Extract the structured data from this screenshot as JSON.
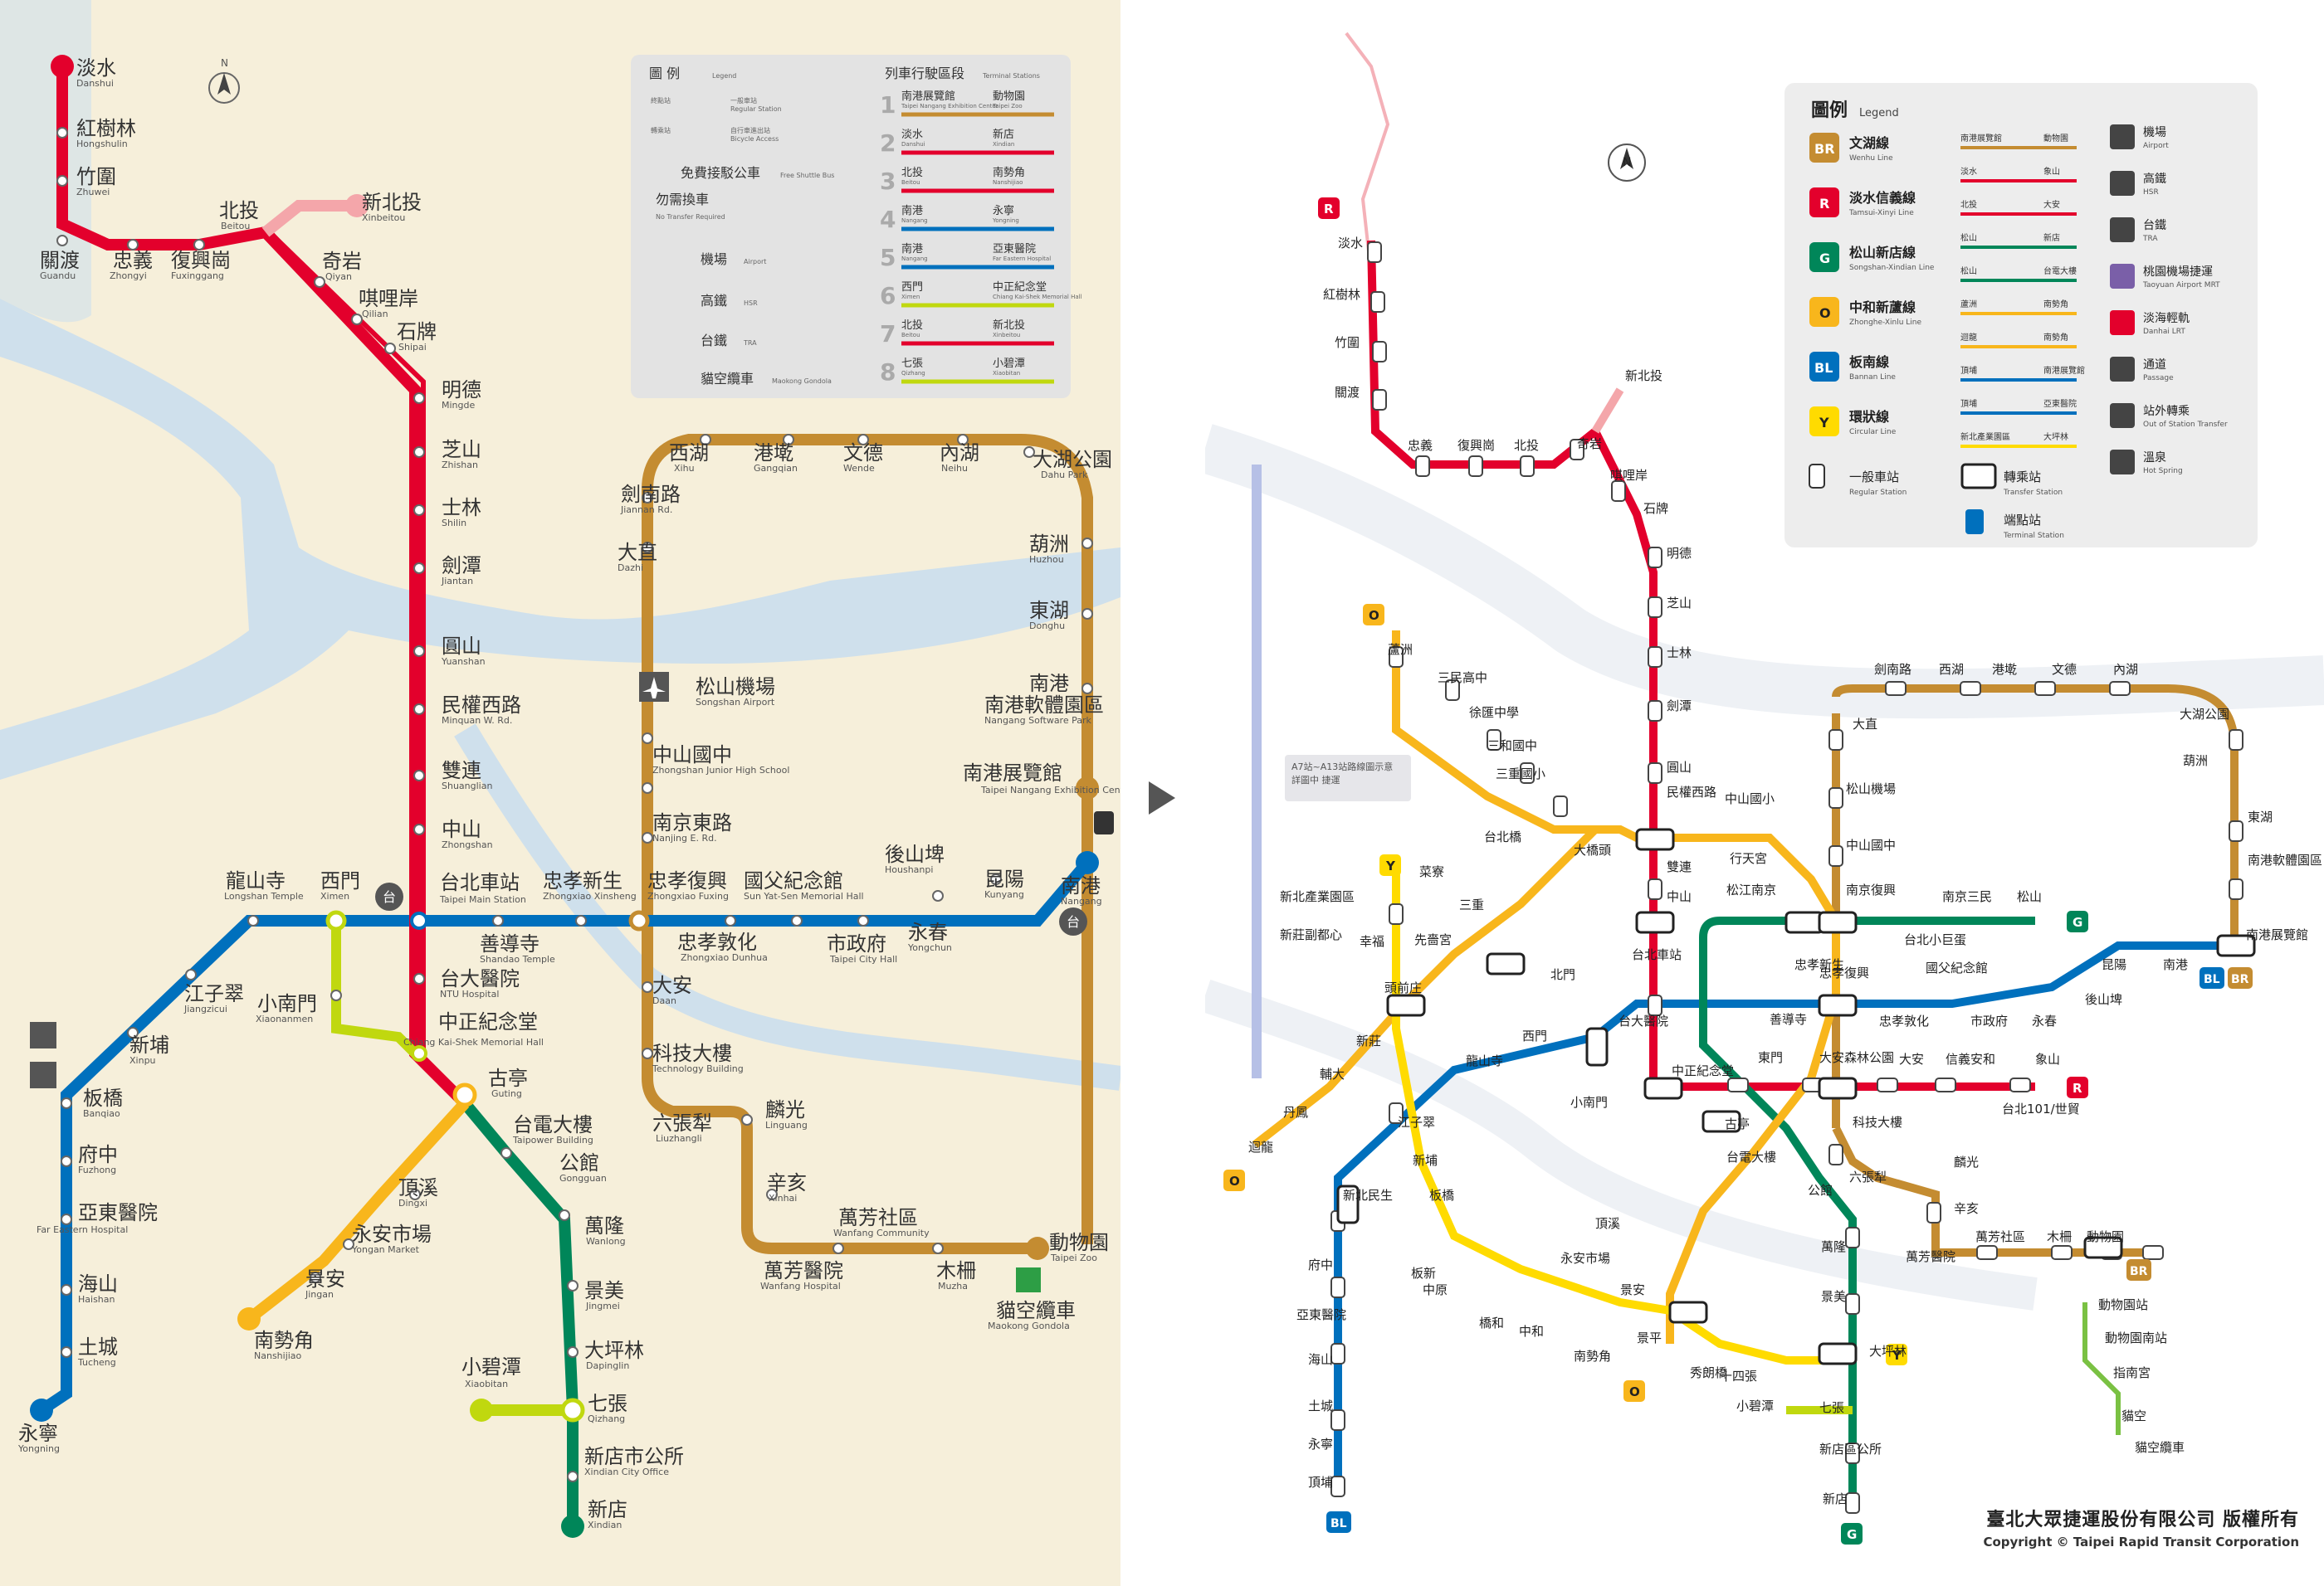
{
  "left_map": {
    "legend": {
      "title_zh": "圖 例",
      "title_en": "Legend",
      "items": [
        {
          "zh": "終點站",
          "sub_zh": "一般車站",
          "sub_en": "Regular Station"
        },
        {
          "zh": "轉乘站",
          "sub_zh": "自行車進出站",
          "sub_en": "Bicycle Access"
        },
        {
          "zh": "免費接駁公車",
          "en": "Free Shuttle Bus"
        },
        {
          "zh": "勿需換車",
          "en": "No Transfer Required"
        }
      ],
      "poi": [
        {
          "zh": "機場",
          "en": "Airport"
        },
        {
          "zh": "高鐵",
          "en": "HSR"
        },
        {
          "zh": "台鐵",
          "en": "TRA"
        },
        {
          "zh": "貓空纜車",
          "en": "Maokong Gondola"
        }
      ],
      "terminal_title_zh": "列車行駛區段",
      "terminal_title_en": "Terminal Stations",
      "sections": [
        {
          "num": "1",
          "a_zh": "南港展覽館",
          "a_en": "Taipei Nangang Exhibition Center",
          "b_zh": "動物園",
          "b_en": "Taipei Zoo",
          "color": "#c48c31"
        },
        {
          "num": "2",
          "a_zh": "淡水",
          "a_en": "Danshui",
          "b_zh": "新店",
          "b_en": "Xindian",
          "color": "#e3002c"
        },
        {
          "num": "3",
          "a_zh": "北投",
          "a_en": "Beitou",
          "b_zh": "南勢角",
          "b_en": "Nanshijiao",
          "color": "#e3002c"
        },
        {
          "num": "4",
          "a_zh": "南港",
          "a_en": "Nangang",
          "b_zh": "永寧",
          "b_en": "Yongning",
          "color": "#0070bd"
        },
        {
          "num": "5",
          "a_zh": "南港",
          "a_en": "Nangang",
          "b_zh": "亞東醫院",
          "b_en": "Far Eastern Hospital",
          "color": "#0070bd"
        },
        {
          "num": "6",
          "a_zh": "西門",
          "a_en": "Ximen",
          "b_zh": "中正紀念堂",
          "b_en": "Chiang Kai-Shek Memorial Hall",
          "color": "#c0d80f"
        },
        {
          "num": "7",
          "a_zh": "北投",
          "a_en": "Beitou",
          "b_zh": "新北投",
          "b_en": "Xinbeitou",
          "color": "#e3002c"
        },
        {
          "num": "8",
          "a_zh": "七張",
          "a_en": "Qizhang",
          "b_zh": "小碧潭",
          "b_en": "Xiaobitan",
          "color": "#c0d80f"
        }
      ]
    },
    "stations": {
      "danshui": {
        "zh": "淡水",
        "en": "Danshui"
      },
      "hongshulin": {
        "zh": "紅樹林",
        "en": "Hongshulin"
      },
      "zhuwei": {
        "zh": "竹圍",
        "en": "Zhuwei"
      },
      "guandu": {
        "zh": "關渡",
        "en": "Guandu"
      },
      "zhongyi": {
        "zh": "忠義",
        "en": "Zhongyi"
      },
      "fuxinggang": {
        "zh": "復興崗",
        "en": "Fuxinggang"
      },
      "beitou": {
        "zh": "北投",
        "en": "Beitou"
      },
      "xinbeitou": {
        "zh": "新北投",
        "en": "Xinbeitou"
      },
      "qiyan": {
        "zh": "奇岩",
        "en": "Qiyan"
      },
      "qilian": {
        "zh": "唭哩岸",
        "en": "Qilian"
      },
      "shipai": {
        "zh": "石牌",
        "en": "Shipai"
      },
      "mingde": {
        "zh": "明德",
        "en": "Mingde"
      },
      "zhishan": {
        "zh": "芝山",
        "en": "Zhishan"
      },
      "shilin": {
        "zh": "士林",
        "en": "Shilin"
      },
      "jiantan": {
        "zh": "劍潭",
        "en": "Jiantan"
      },
      "yuanshan": {
        "zh": "圓山",
        "en": "Yuanshan"
      },
      "minquan": {
        "zh": "民權西路",
        "en": "Minquan W. Rd."
      },
      "shuanglian": {
        "zh": "雙連",
        "en": "Shuanglian"
      },
      "zhongshan": {
        "zh": "中山",
        "en": "Zhongshan"
      },
      "taipei_main": {
        "zh": "台北車站",
        "en": "Taipei Main Station"
      },
      "ntu": {
        "zh": "台大醫院",
        "en": "NTU Hospital"
      },
      "cks": {
        "zh": "中正紀念堂",
        "en": "Chiang Kai-Shek Memorial Hall"
      },
      "guting": {
        "zh": "古亭",
        "en": "Guting"
      },
      "taipower": {
        "zh": "台電大樓",
        "en": "Taipower Building"
      },
      "gongguan": {
        "zh": "公館",
        "en": "Gongguan"
      },
      "wanlong": {
        "zh": "萬隆",
        "en": "Wanlong"
      },
      "jingmei": {
        "zh": "景美",
        "en": "Jingmei"
      },
      "dapinglin": {
        "zh": "大坪林",
        "en": "Dapinglin"
      },
      "qizhang": {
        "zh": "七張",
        "en": "Qizhang"
      },
      "xiaobitan": {
        "zh": "小碧潭",
        "en": "Xiaobitan"
      },
      "xindian_office": {
        "zh": "新店市公所",
        "en": "Xindian City Office"
      },
      "xindian": {
        "zh": "新店",
        "en": "Xindian"
      },
      "dingxi": {
        "zh": "頂溪",
        "en": "Dingxi"
      },
      "yongan": {
        "zh": "永安市場",
        "en": "Yongan Market"
      },
      "jingan": {
        "zh": "景安",
        "en": "Jingan"
      },
      "nanshijiao": {
        "zh": "南勢角",
        "en": "Nanshijiao"
      },
      "xiaonanmen": {
        "zh": "小南門",
        "en": "Xiaonanmen"
      },
      "ximen": {
        "zh": "西門",
        "en": "Ximen"
      },
      "longshan": {
        "zh": "龍山寺",
        "en": "Longshan Temple"
      },
      "jiangzicui": {
        "zh": "江子翠",
        "en": "Jiangzicui"
      },
      "xinpu": {
        "zh": "新埔",
        "en": "Xinpu"
      },
      "banqiao": {
        "zh": "板橋",
        "en": "Banqiao"
      },
      "fuzhong": {
        "zh": "府中",
        "en": "Fuzhong"
      },
      "fareastern": {
        "zh": "亞東醫院",
        "en": "Far Eastern Hospital"
      },
      "haishan": {
        "zh": "海山",
        "en": "Haishan"
      },
      "tucheng": {
        "zh": "土城",
        "en": "Tucheng"
      },
      "yongning": {
        "zh": "永寧",
        "en": "Yongning"
      },
      "shandao": {
        "zh": "善導寺",
        "en": "Shandao Temple"
      },
      "zhongxiao_xinsheng": {
        "zh": "忠孝新生",
        "en": "Zhongxiao Xinsheng"
      },
      "zhongxiao_fuxing": {
        "zh": "忠孝復興",
        "en": "Zhongxiao Fuxing"
      },
      "zhongxiao_dunhua": {
        "zh": "忠孝敦化",
        "en": "Zhongxiao Dunhua"
      },
      "sys": {
        "zh": "國父紀念館",
        "en": "Sun Yat-Sen Memorial Hall"
      },
      "city_hall": {
        "zh": "市政府",
        "en": "Taipei City Hall"
      },
      "yongchun": {
        "zh": "永春",
        "en": "Yongchun"
      },
      "houshanpi": {
        "zh": "後山埤",
        "en": "Houshanpi"
      },
      "kunyang": {
        "zh": "昆陽",
        "en": "Kunyang"
      },
      "nangang": {
        "zh": "南港",
        "en": "Nangang"
      },
      "xihu": {
        "zh": "西湖",
        "en": "Xihu"
      },
      "gangqian": {
        "zh": "港墘",
        "en": "Gangqian"
      },
      "wende": {
        "zh": "文德",
        "en": "Wende"
      },
      "neihu": {
        "zh": "內湖",
        "en": "Neihu"
      },
      "dahu": {
        "zh": "大湖公園",
        "en": "Dahu Park"
      },
      "jiannan": {
        "zh": "劍南路",
        "en": "Jiannan Rd."
      },
      "dazhi": {
        "zh": "大直",
        "en": "Dazhi"
      },
      "huzhou": {
        "zh": "葫洲",
        "en": "Huzhou"
      },
      "donghu": {
        "zh": "東湖",
        "en": "Donghu"
      },
      "nangang_software": {
        "zh": "南港軟體園區",
        "en": "Nangang Software Park"
      },
      "nangang_exhibition": {
        "zh": "南港展覽館",
        "en": "Taipei Nangang Exhibition Center"
      },
      "songshan_airport": {
        "zh": "松山機場",
        "en": "Songshan Airport"
      },
      "zhongshan_jhs": {
        "zh": "中山國中",
        "en": "Zhongshan Junior High School"
      },
      "nanjing_e": {
        "zh": "南京東路",
        "en": "Nanjing E. Rd."
      },
      "daan": {
        "zh": "大安",
        "en": "Daan"
      },
      "technology": {
        "zh": "科技大樓",
        "en": "Technology Building"
      },
      "liuzhangli": {
        "zh": "六張犁",
        "en": "Liuzhangli"
      },
      "linguang": {
        "zh": "麟光",
        "en": "Linguang"
      },
      "xinhai": {
        "zh": "辛亥",
        "en": "Xinhai"
      },
      "wanfang_comm": {
        "zh": "萬芳社區",
        "en": "Wanfang Community"
      },
      "wanfang_hosp": {
        "zh": "萬芳醫院",
        "en": "Wanfang Hospital"
      },
      "muzha": {
        "zh": "木柵",
        "en": "Muzha"
      },
      "zoo": {
        "zh": "動物園",
        "en": "Taipei Zoo"
      },
      "gondola": {
        "zh": "貓空纜車",
        "en": "Maokong Gondola"
      }
    }
  },
  "right_map": {
    "legend": {
      "title_zh": "圖例",
      "title_en": "Legend",
      "lines": [
        {
          "code": "BR",
          "zh": "文湖線",
          "en": "Wenhu Line",
          "color": "#c48c31"
        },
        {
          "code": "R",
          "zh": "淡水信義線",
          "en": "Tamsui-Xinyi Line",
          "color": "#e3002c"
        },
        {
          "code": "G",
          "zh": "松山新店線",
          "en": "Songshan-Xindian Line",
          "color": "#008659"
        },
        {
          "code": "O",
          "zh": "中和新蘆線",
          "en": "Zhonghe-Xinlu Line",
          "color": "#f8b61c"
        },
        {
          "code": "BL",
          "zh": "板南線",
          "en": "Bannan Line",
          "color": "#0070bd"
        },
        {
          "code": "Y",
          "zh": "環狀線",
          "en": "Circular Line",
          "color": "#ffdb00"
        }
      ],
      "regular_zh": "一般車站",
      "regular_en": "Regular Station",
      "transfer_zh": "轉乘站",
      "transfer_en": "Transfer Station",
      "terminal_zh": "端點站",
      "terminal_en": "Terminal Station",
      "poi": [
        {
          "zh": "機場",
          "en": "Airport"
        },
        {
          "zh": "高鐵",
          "en": "HSR"
        },
        {
          "zh": "台鐵",
          "en": "TRA"
        },
        {
          "zh": "桃園機場捷運",
          "en": "Taoyuan Airport MRT"
        },
        {
          "zh": "淡海輕軌",
          "en": "Danhai LRT"
        },
        {
          "zh": "通道",
          "en": "Passage"
        },
        {
          "zh": "站外轉乘",
          "en": "Out of Station Transfer"
        },
        {
          "zh": "溫泉",
          "en": "Hot Spring"
        }
      ],
      "terminals": [
        {
          "a": "南港展覽館",
          "b": "動物園",
          "color": "#c48c31"
        },
        {
          "a": "淡水",
          "b": "象山",
          "color": "#e3002c"
        },
        {
          "a": "北投",
          "b": "大安",
          "color": "#e3002c"
        },
        {
          "a": "松山",
          "b": "新店",
          "color": "#008659"
        },
        {
          "a": "松山",
          "b": "台電大樓",
          "color": "#008659"
        },
        {
          "a": "蘆洲",
          "b": "南勢角",
          "color": "#f8b61c"
        },
        {
          "a": "迴龍",
          "b": "南勢角",
          "color": "#f8b61c"
        },
        {
          "a": "頂埔",
          "b": "南港展覽館",
          "color": "#0070bd"
        },
        {
          "a": "頂埔",
          "b": "亞東醫院",
          "color": "#0070bd"
        },
        {
          "a": "新北產業園區",
          "b": "大坪林",
          "color": "#ffdb00"
        }
      ]
    },
    "note": "A7站~A13站路線圖示意 詳圖中 捷運",
    "copyright_zh": "臺北大眾捷運股份有限公司 版權所有",
    "copyright_en": "Copyright © Taipei Rapid Transit Corporation",
    "stations": {
      "tamsui": "淡水",
      "hongshulin": "紅樹林",
      "zhuwei": "竹圍",
      "guandu": "關渡",
      "zhongyi": "忠義",
      "fuxinggang": "復興崗",
      "beitou": "北投",
      "xinbeitou": "新北投",
      "qiyan": "奇岩",
      "qilian": "唭哩岸",
      "shipai": "石牌",
      "mingde": "明德",
      "zhishan": "芝山",
      "shilin": "士林",
      "jiantan": "劍潭",
      "yuanshan": "圓山",
      "minquan": "民權西路",
      "shuanglian": "雙連",
      "zhongshan": "中山",
      "taipei_main": "台北車站",
      "ntu": "台大醫院",
      "cks": "中正紀念堂",
      "dongmen": "東門",
      "daan_park": "大安森林公園",
      "daan": "大安",
      "xinyi_anhe": "信義安和",
      "taipei101": "台北101/世貿",
      "xiangshan": "象山",
      "luzhou": "蘆洲",
      "sanmin": "三民高中",
      "xujuhui": "徐匯中學",
      "sanhe": "三和國中",
      "sanchong_elem": "三重國小",
      "daqiaotou": "大橋頭",
      "zhongshan_elem": "中山國小",
      "xingtian": "行天宮",
      "songjiang": "松江南京",
      "zhongxiao_xinsheng": "忠孝新生",
      "guting": "古亭",
      "dingxi": "頂溪",
      "yongan": "永安市場",
      "jingan": "景安",
      "nanshijiao": "南勢角",
      "taibei_bridge": "台北橋",
      "cailiao": "菜寮",
      "sanchong": "三重",
      "xianse": "先嗇宮",
      "touqianzhuang": "頭前庄",
      "xinzhuang": "新莊",
      "fujen": "輔大",
      "danfeng": "丹鳳",
      "huilong": "迴龍",
      "songshan_airport": "松山機場",
      "zhongshan_jhs": "中山國中",
      "nanjing_fuxing": "南京復興",
      "taipei_arena": "台北小巨蛋",
      "nanjing_sanmin": "南京三民",
      "songshan": "松山",
      "beimen": "北門",
      "ximen": "西門",
      "longshan": "龍山寺",
      "jiangzicui": "江子翠",
      "xinpu": "新埔",
      "banqiao": "板橋",
      "fuzhong": "府中",
      "fareastern": "亞東醫院",
      "haishan": "海山",
      "tucheng": "土城",
      "yongning": "永寧",
      "dingpu": "頂埔",
      "shandao": "善導寺",
      "zhongxiao_fuxing": "忠孝復興",
      "zhongxiao_dunhua": "忠孝敦化",
      "sys": "國父紀念館",
      "city_hall": "市政府",
      "yongchun": "永春",
      "houshanpi": "後山埤",
      "kunyang": "昆陽",
      "nangang": "南港",
      "nangang_exhibition": "南港展覽館",
      "jiannan": "劍南路",
      "xihu": "西湖",
      "gangqian": "港墘",
      "wende": "文德",
      "neihu": "內湖",
      "dahu": "大湖公園",
      "dazhi": "大直",
      "huzhou": "葫洲",
      "donghu": "東湖",
      "nangang_software": "南港軟體園區",
      "technology": "科技大樓",
      "liuzhangli": "六張犁",
      "linguang": "麟光",
      "xinhai": "辛亥",
      "wanfang_hosp": "萬芳醫院",
      "wanfang_comm": "萬芳社區",
      "muzha": "木柵",
      "zoo": "動物園",
      "taipower": "台電大樓",
      "gongguan": "公館",
      "wanlong": "萬隆",
      "jingmei": "景美",
      "dapinglin": "大坪林",
      "qizhang": "七張",
      "xiaobitan": "小碧潭",
      "xindian_office": "新店區公所",
      "xindian": "新店",
      "xiaonanmen": "小南門",
      "xinbei_industrial": "新北產業園區",
      "xinzhuang_fuduxin": "新莊副都心",
      "xingfu": "幸福",
      "xinbei_hosp": "新北民生",
      "banxin": "板新",
      "zhongyuan": "中原",
      "qiaohe": "橋和",
      "zhonghe": "中和",
      "jingping": "景平",
      "xiulang": "秀朗橋",
      "shisizhang": "十四張",
      "zoo_south": "動物園南站",
      "zhinan": "指南宮",
      "maokong": "貓空",
      "maokong_gondola": "貓空纜車",
      "zoo_gondola": "動物園站"
    }
  }
}
